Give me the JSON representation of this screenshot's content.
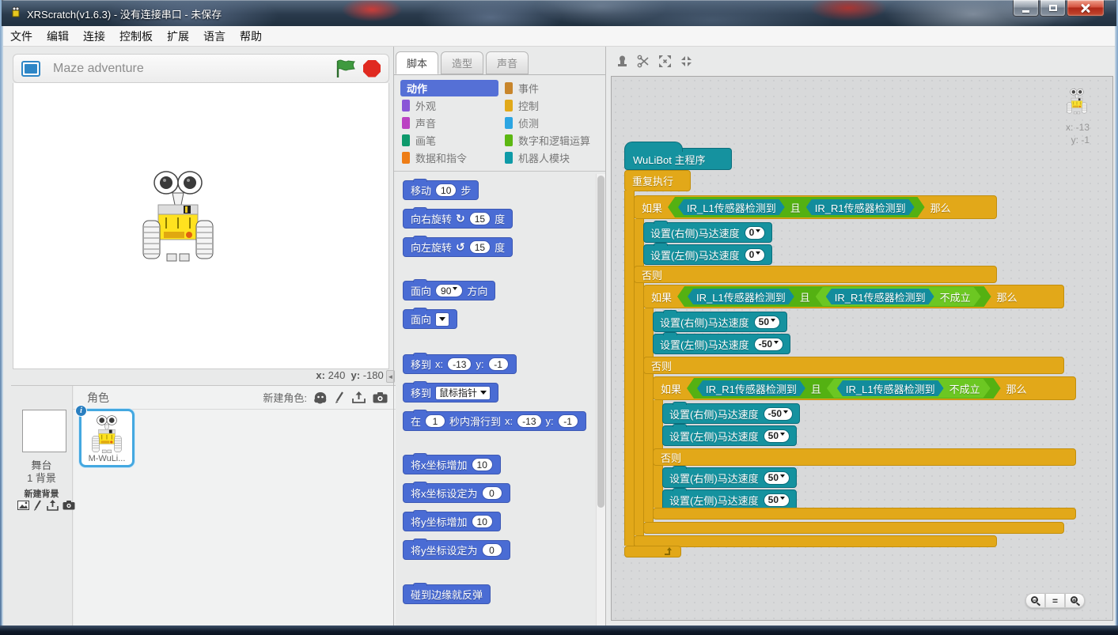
{
  "window": {
    "title": "XRScratch(v1.6.3) - 没有连接串口 - 未保存"
  },
  "menu": {
    "items": [
      "文件",
      "编辑",
      "连接",
      "控制板",
      "扩展",
      "语言",
      "帮助"
    ]
  },
  "stage": {
    "title": "Maze adventure",
    "coords": {
      "x_label": "x:",
      "x": "240",
      "y_label": "y:",
      "y": "-180"
    }
  },
  "sprites": {
    "header": "角色",
    "new_sprite_label": "新建角色:",
    "stage_label_line1": "舞台",
    "stage_label_line2": "1 背景",
    "new_backdrop_label": "新建背景",
    "sprite_name": "M-WuLi..."
  },
  "tabs": [
    {
      "label": "脚本"
    },
    {
      "label": "造型"
    },
    {
      "label": "声音"
    }
  ],
  "categories": [
    {
      "label": "动作",
      "color": "#4a6cd4"
    },
    {
      "label": "外观",
      "color": "#8a55d7"
    },
    {
      "label": "声音",
      "color": "#bb42c3"
    },
    {
      "label": "画笔",
      "color": "#0e9a6c"
    },
    {
      "label": "数据和指令",
      "color": "#ee7d16"
    },
    {
      "label": "事件",
      "color": "#c8862c"
    },
    {
      "label": "控制",
      "color": "#e1a91a"
    },
    {
      "label": "侦测",
      "color": "#2ca5e2"
    },
    {
      "label": "数字和逻辑运算",
      "color": "#5cb712"
    },
    {
      "label": "机器人模块",
      "color": "#0e9aa7"
    }
  ],
  "palette": {
    "move": {
      "pre": "移动",
      "val": "10",
      "post": "步"
    },
    "turn_right": {
      "pre": "向右旋转",
      "icon": "↻",
      "val": "15",
      "post": "度"
    },
    "turn_left": {
      "pre": "向左旋转",
      "icon": "↺",
      "val": "15",
      "post": "度"
    },
    "point_dir": {
      "pre": "面向",
      "val": "90",
      "post": "方向"
    },
    "point_towards": {
      "pre": "面向"
    },
    "goto_xy": {
      "pre": "移到",
      "x_label": "x:",
      "x": "-13",
      "y_label": "y:",
      "y": "-1"
    },
    "goto_mouse": {
      "pre": "移到",
      "val": "鼠标指针"
    },
    "glide": {
      "pre": "在",
      "secs": "1",
      "mid": "秒内滑行到",
      "x_label": "x:",
      "x": "-13",
      "y_label": "y:",
      "y": "-1"
    },
    "change_x": {
      "pre": "将x坐标增加",
      "val": "10"
    },
    "set_x": {
      "pre": "将x坐标设定为",
      "val": "0"
    },
    "change_y": {
      "pre": "将y坐标增加",
      "val": "10"
    },
    "set_y": {
      "pre": "将y坐标设定为",
      "val": "0"
    },
    "bounce": {
      "pre": "碰到边缘就反弹"
    }
  },
  "script": {
    "sprite_xy": {
      "x_label": "x:",
      "x": "-13",
      "y_label": "y:",
      "y": "-1"
    },
    "hat": "WuLiBot 主程序",
    "forever": "重复执行",
    "if": "如果",
    "then": "那么",
    "else": "否则",
    "and": "且",
    "not": "不成立",
    "ir_l1": "IR_L1传感器检测到",
    "ir_r1": "IR_R1传感器检测到",
    "set_right": "设置(右侧)马达速度",
    "set_left": "设置(左侧)马达速度",
    "v0": "0",
    "v50": "50",
    "vm50": "-50"
  }
}
